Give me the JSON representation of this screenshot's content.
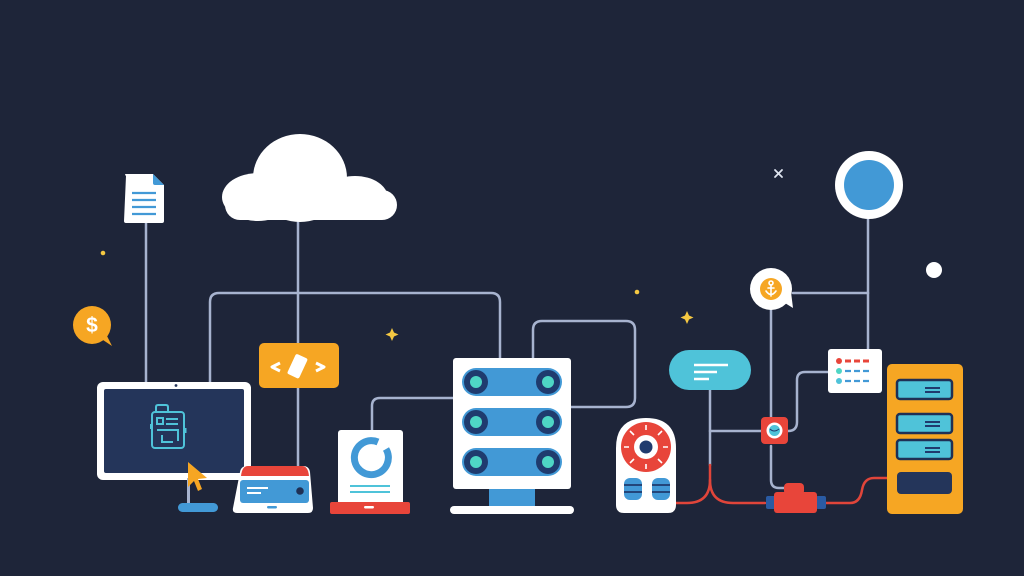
{
  "scene": {
    "title": "Cloud network infrastructure illustration",
    "background": "#1e2539"
  },
  "colors": {
    "wire": "#a7b3cf",
    "wire_red": "#e0453a",
    "white": "#ffffff",
    "blue": "#4299d6",
    "blue_dark": "#1f3b6e",
    "teal": "#4fc3d9",
    "teal_dot": "#4ed6c5",
    "orange": "#f6a623",
    "red": "#e8453a",
    "navy": "#1f3055",
    "sparkle": "#f5c842"
  },
  "nodes": [
    {
      "id": "document",
      "label": "document-icon"
    },
    {
      "id": "cloud",
      "label": "cloud-icon"
    },
    {
      "id": "dollar-bubble",
      "label": "dollar-chat-bubble"
    },
    {
      "id": "monitor",
      "label": "desktop-monitor"
    },
    {
      "id": "code-badge",
      "label": "code-tag-badge"
    },
    {
      "id": "tablet-device",
      "label": "tablet-device"
    },
    {
      "id": "sync-laptop",
      "label": "sync-laptop"
    },
    {
      "id": "server-rack",
      "label": "server-rack"
    },
    {
      "id": "chat-bubble",
      "label": "message-bubble"
    },
    {
      "id": "gauge-device",
      "label": "gauge-database-device"
    },
    {
      "id": "anchor-bubble",
      "label": "anchor-bubble"
    },
    {
      "id": "globe-node",
      "label": "globe-node"
    },
    {
      "id": "blue-circle",
      "label": "blue-circle-node"
    },
    {
      "id": "calendar-panel",
      "label": "calendar-panel"
    },
    {
      "id": "storage-tower",
      "label": "storage-tower"
    },
    {
      "id": "connector",
      "label": "red-connector"
    }
  ]
}
